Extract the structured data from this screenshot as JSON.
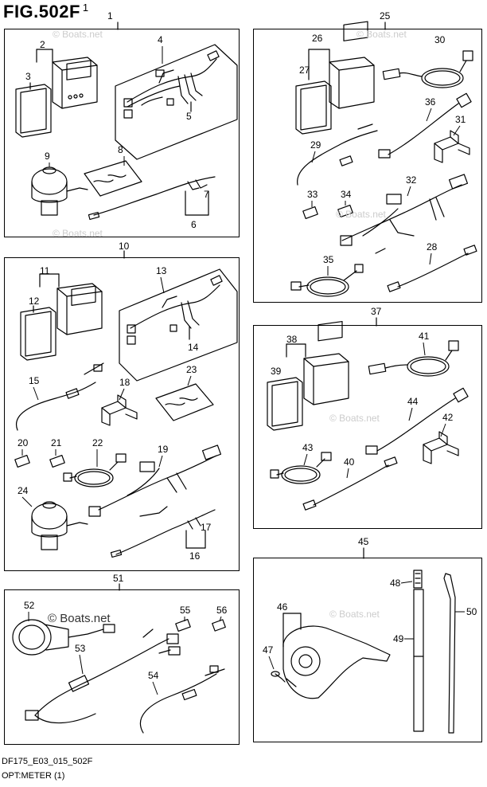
{
  "figure": {
    "title": "FIG.502F",
    "sub": "1"
  },
  "footer": {
    "code": "DF175_E03_015_502F",
    "caption": "OPT:METER (1)"
  },
  "watermark": {
    "light": "© Boats.net",
    "dark": "© Boats.net"
  },
  "callouts": {
    "c1": "1",
    "c2": "2",
    "c3": "3",
    "c4": "4",
    "c5": "5",
    "c6": "6",
    "c7": "7",
    "c8": "8",
    "c9": "9",
    "c10": "10",
    "c11": "11",
    "c12": "12",
    "c13": "13",
    "c14": "14",
    "c15": "15",
    "c16": "16",
    "c17": "17",
    "c18": "18",
    "c19": "19",
    "c20": "20",
    "c21": "21",
    "c22": "22",
    "c23": "23",
    "c24": "24",
    "c25": "25",
    "c26": "26",
    "c27": "27",
    "c28": "28",
    "c29": "29",
    "c30": "30",
    "c31": "31",
    "c32": "32",
    "c33": "33",
    "c34": "34",
    "c35": "35",
    "c36": "36",
    "c37": "37",
    "c38": "38",
    "c39": "39",
    "c40": "40",
    "c41": "41",
    "c42": "42",
    "c43": "43",
    "c44": "44",
    "c45": "45",
    "c46": "46",
    "c47": "47",
    "c48": "48",
    "c49": "49",
    "c50": "50",
    "c51": "51",
    "c52": "52",
    "c53": "53",
    "c54": "54",
    "c55": "55",
    "c56": "56"
  }
}
